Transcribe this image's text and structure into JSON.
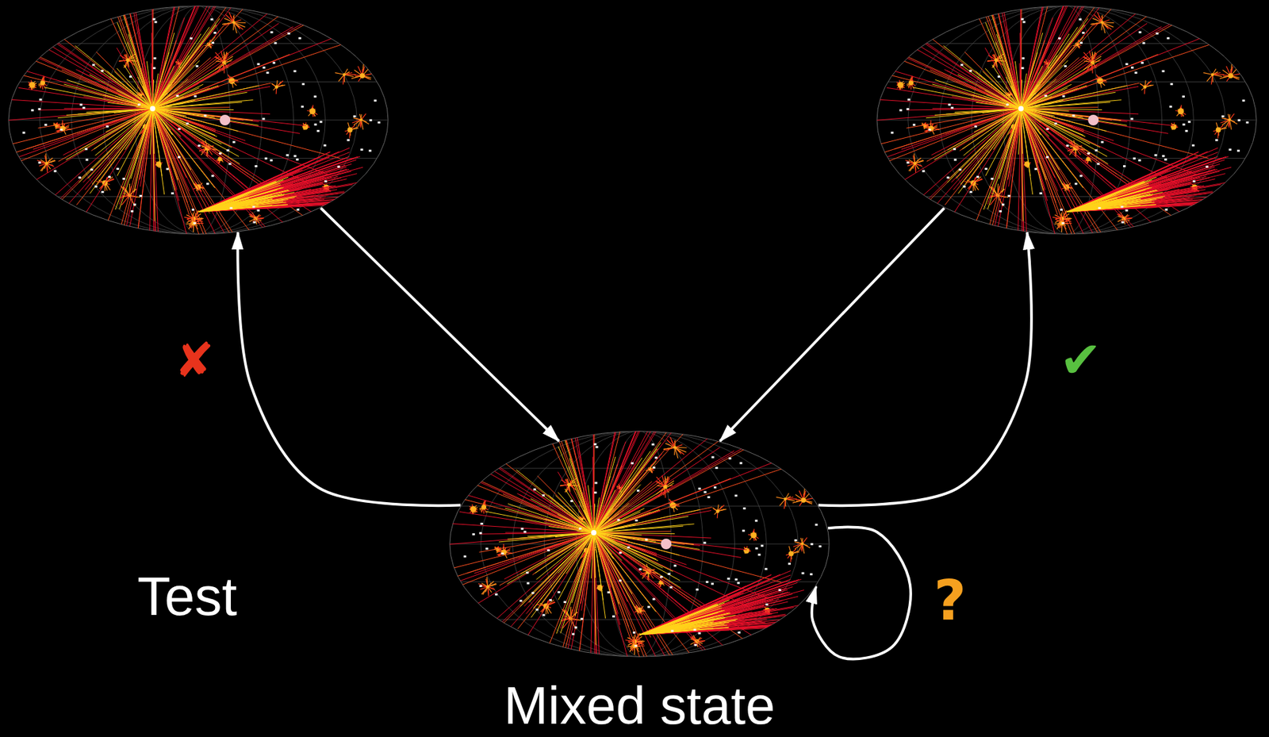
{
  "diagram": {
    "nodes": [
      {
        "text": []
      },
      {
        "text": []
      },
      {
        "text": [
          "Mixed state"
        ]
      }
    ],
    "edges": [
      {
        "from": 0,
        "to": 2,
        "arrow": "to"
      },
      {
        "from": 1,
        "to": 2,
        "arrow": "to"
      },
      {
        "from": 2,
        "to": 0,
        "arrow": "to",
        "label": "✘"
      },
      {
        "from": 2,
        "to": 1,
        "arrow": "to",
        "label": "✔"
      },
      {
        "from": 2,
        "to": 2,
        "arrow": "to",
        "label": "?"
      }
    ],
    "labels": [
      "Test"
    ]
  }
}
